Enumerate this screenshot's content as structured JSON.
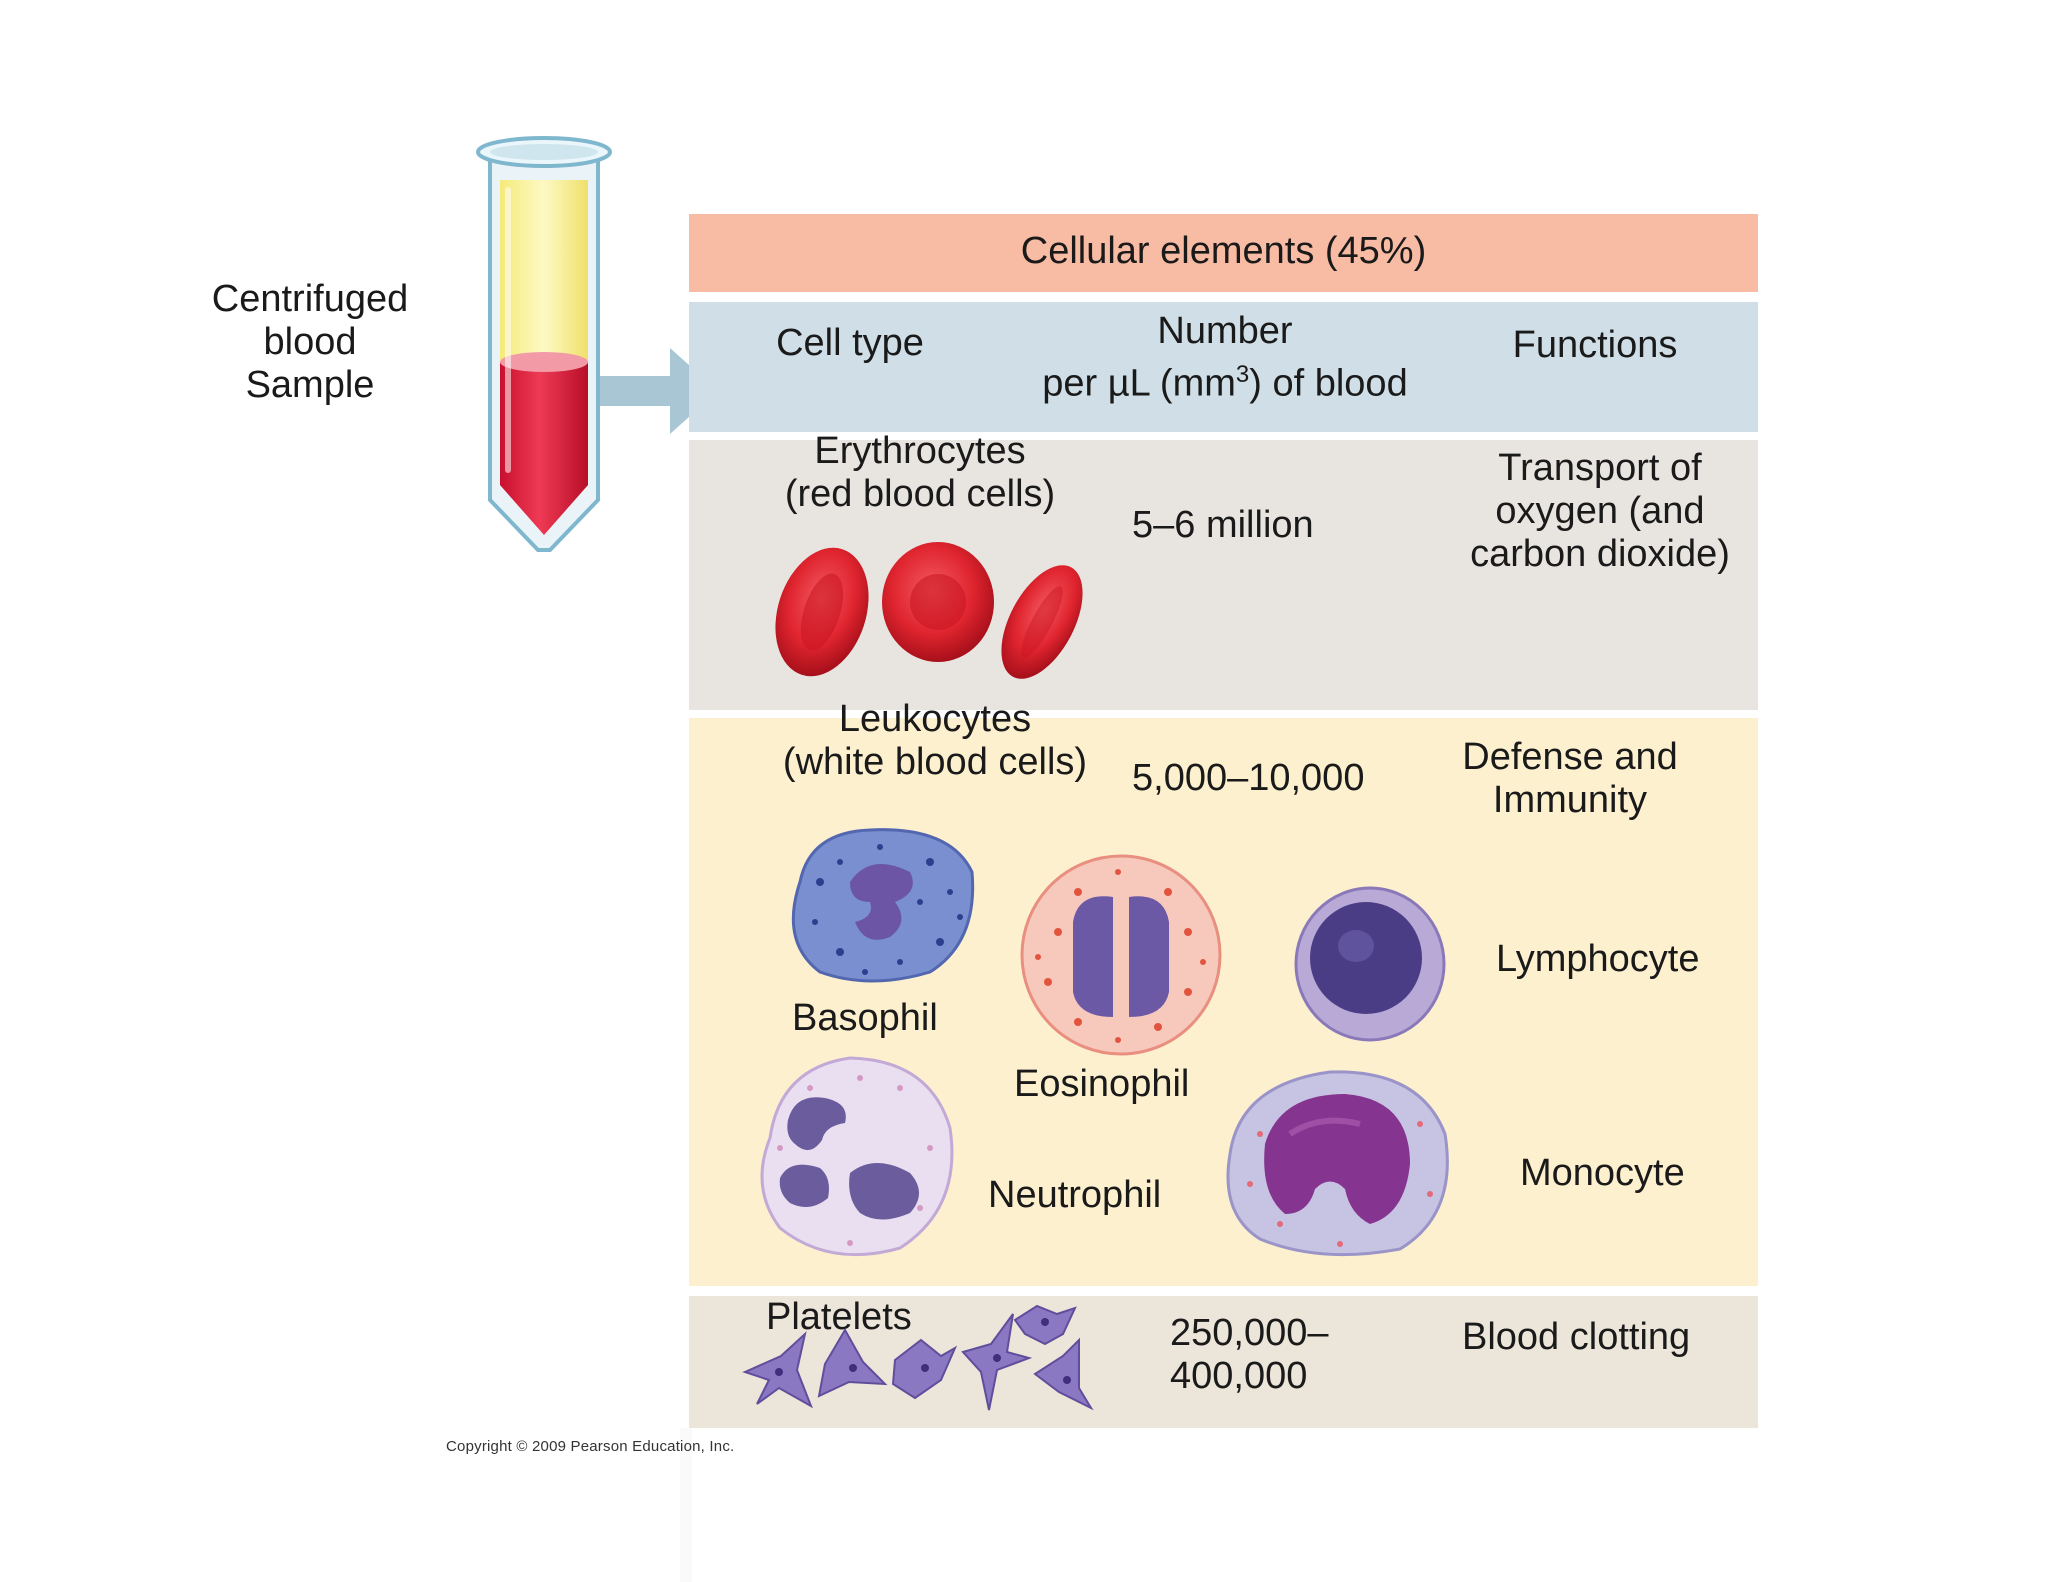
{
  "sample": {
    "label_line1": "Centrifuged",
    "label_line2": "blood",
    "label_line3": "Sample"
  },
  "header": {
    "title": "Cellular elements (45%)"
  },
  "columns": {
    "cell_type": "Cell type",
    "number_line1": "Number",
    "number_prefix": "per µL (mm",
    "number_sup": "3",
    "number_suffix": ") of blood",
    "functions": "Functions"
  },
  "erythrocytes": {
    "name_line1": "Erythrocytes",
    "name_line2": "(red blood cells)",
    "number": "5–6 million",
    "function_line1": "Transport of",
    "function_line2": "oxygen (and",
    "function_line3": "carbon dioxide)"
  },
  "leukocytes": {
    "name_line1": "Leukocytes",
    "name_line2": "(white blood cells)",
    "number": "5,000–10,000",
    "function_line1": "Defense and",
    "function_line2": "Immunity",
    "types": {
      "basophil": "Basophil",
      "eosinophil": "Eosinophil",
      "neutrophil": "Neutrophil",
      "lymphocyte": "Lymphocyte",
      "monocyte": "Monocyte"
    }
  },
  "platelets": {
    "name": "Platelets",
    "number_line1": "250,000–",
    "number_line2": "400,000",
    "function": "Blood clotting"
  },
  "copyright": "Copyright © 2009 Pearson Education, Inc.",
  "colors": {
    "header_band": "#f8bba4",
    "columns_band": "#cfdee7",
    "rbc_band": "#e8e5e1",
    "wbc_band": "#fdf0cf",
    "platelet_band": "#ece5d9",
    "plasma": "#fbf39a",
    "blood": "#e0213e"
  }
}
